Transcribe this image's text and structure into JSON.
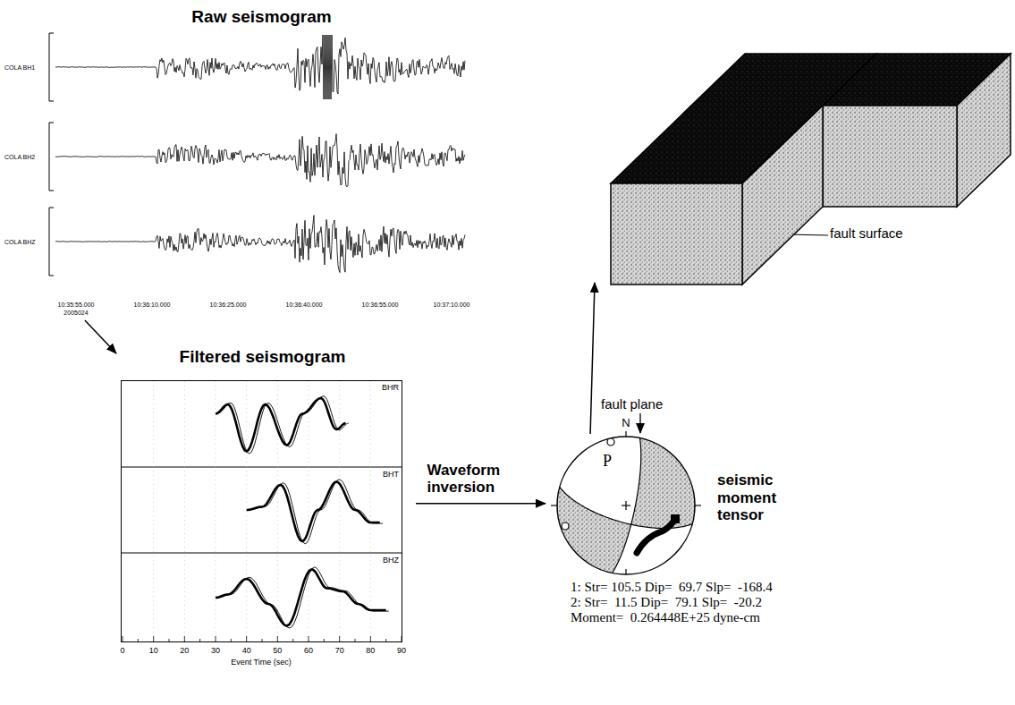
{
  "diagram": {
    "nodes": [
      {
        "text": [
          "Raw seismogram"
        ]
      },
      {
        "text": [
          "Filtered seismogram"
        ]
      },
      {
        "text": [
          "seismic moment tensor"
        ]
      },
      {
        "text": [
          "fault surface"
        ]
      }
    ],
    "edges": [
      {
        "from": 0,
        "to": 1,
        "arrow": "to"
      },
      {
        "from": 1,
        "to": 2,
        "arrow": "to",
        "label": "Waveform inversion"
      },
      {
        "from": 2,
        "to": 3,
        "arrow": "to"
      }
    ],
    "labels": [
      "COLA BH1",
      "COLA BH2",
      "COLA BHZ",
      "10:35:55.000",
      "10:36:10.000",
      "10:36:25.000",
      "10:36:40.000",
      "10:36:55.000",
      "10:37:10.000",
      "2005024",
      "BHR",
      "BHT",
      "BHZ",
      "0",
      "10",
      "20",
      "30",
      "40",
      "50",
      "60",
      "70",
      "80",
      "90",
      "Event Time (sec)",
      "fault plane",
      "N",
      "P",
      "1: Str= 105.5 Dip=  69.7 Slp=  -168.4",
      "2: Str=  11.5 Dip=  79.1 Slp=  -20.2",
      "Moment=  0.264448E+25 dyne-cm"
    ]
  }
}
